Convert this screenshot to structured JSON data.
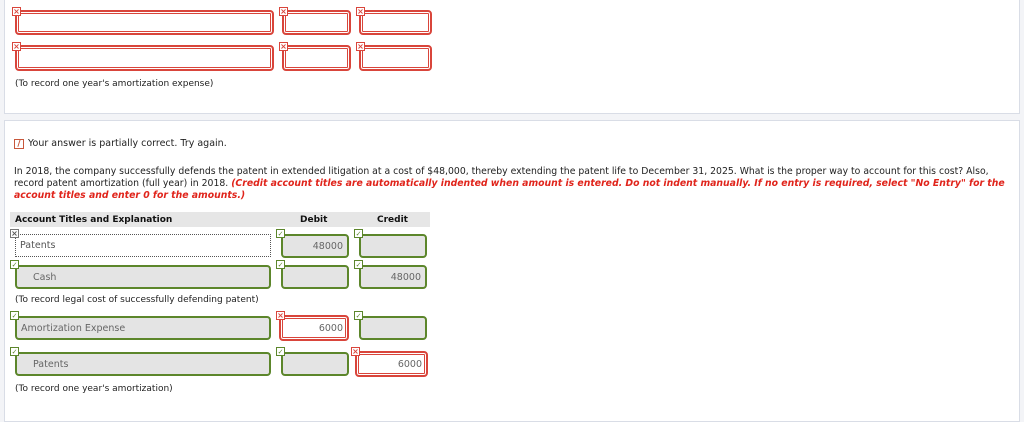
{
  "top_section": {
    "rows": [
      {
        "account": {
          "value": "",
          "status": "incorrect"
        },
        "debit": {
          "value": "",
          "status": "incorrect"
        },
        "credit": {
          "value": "",
          "status": "incorrect"
        }
      },
      {
        "account": {
          "value": "",
          "status": "incorrect"
        },
        "debit": {
          "value": "",
          "status": "incorrect"
        },
        "credit": {
          "value": "",
          "status": "incorrect"
        }
      }
    ],
    "note": "(To record one year's amortization expense)"
  },
  "feedback": {
    "icon": "partially-correct-icon",
    "text": "Your answer is partially correct.  Try again."
  },
  "question": {
    "body": "In 2018, the company successfully defends the patent in extended litigation at a cost of $48,000, thereby extending the patent life to December 31, 2025. What is the proper way to account for this cost? Also, record patent amortization (full year) in 2018. ",
    "instructions": "(Credit account titles are automatically indented when amount is entered. Do not indent manually. If no entry is required, select \"No Entry\" for the account titles and enter 0 for the amounts.)"
  },
  "journal": {
    "headers": {
      "account": "Account Titles and Explanation",
      "debit": "Debit",
      "credit": "Credit"
    },
    "entries": [
      {
        "rows": [
          {
            "account": {
              "value": "Patents",
              "status": "incorrect"
            },
            "debit": {
              "value": "48000",
              "status": "correct"
            },
            "credit": {
              "value": "",
              "status": "correct"
            }
          },
          {
            "account": {
              "value": "Cash",
              "status": "correct"
            },
            "debit": {
              "value": "",
              "status": "correct"
            },
            "credit": {
              "value": "48000",
              "status": "correct"
            }
          }
        ],
        "note": "(To record legal cost of successfully defending patent)"
      },
      {
        "rows": [
          {
            "account": {
              "value": "Amortization Expense",
              "status": "correct"
            },
            "debit": {
              "value": "6000",
              "status": "incorrect"
            },
            "credit": {
              "value": "",
              "status": "correct"
            }
          },
          {
            "account": {
              "value": "Patents",
              "status": "correct"
            },
            "debit": {
              "value": "",
              "status": "correct"
            },
            "credit": {
              "value": "6000",
              "status": "incorrect"
            }
          }
        ],
        "note": "(To record one year's amortization)"
      }
    ]
  },
  "marks": {
    "incorrect": "×",
    "correct": "✓"
  },
  "colors": {
    "incorrect": "#d9453b",
    "correct": "#5c862b",
    "instruction_text": "#e0241b"
  }
}
